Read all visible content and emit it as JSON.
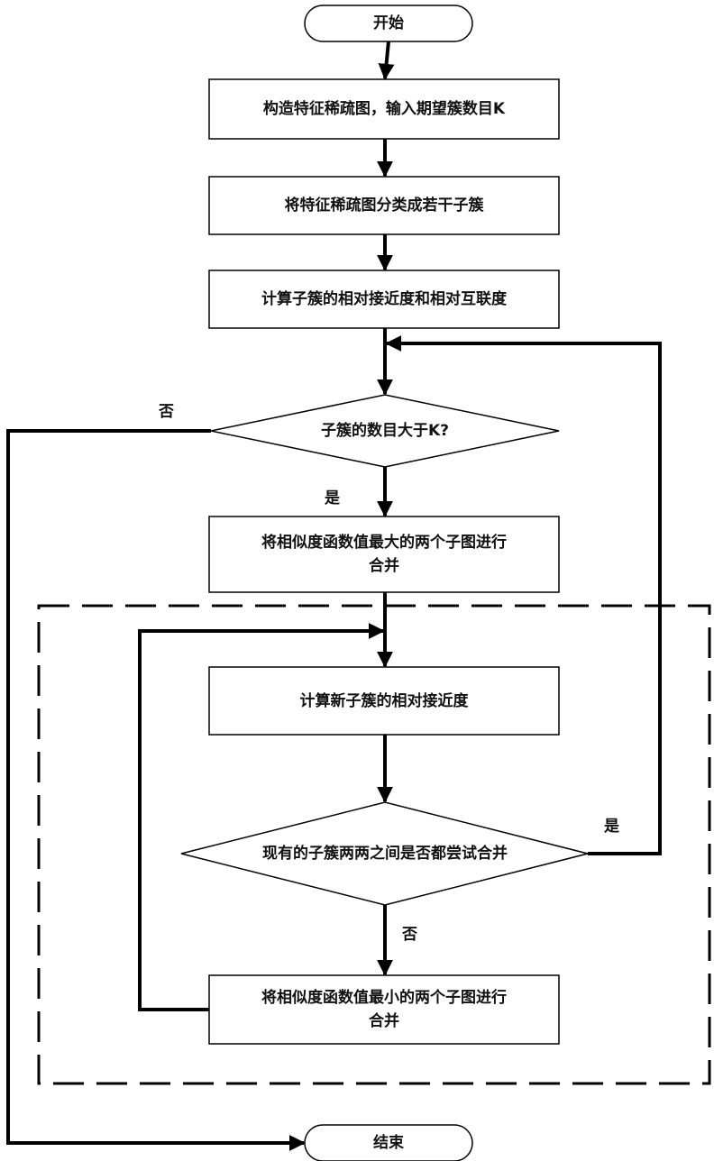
{
  "nodes": {
    "start": "开始",
    "step1": "构造特征稀疏图，输入期望簇数目K",
    "step2": "将特征稀疏图分类成若干子簇",
    "step3": "计算子簇的相对接近度和相对互联度",
    "decision1": "子簇的数目大于K?",
    "step4_line1": "将相似度函数值最大的两个子图进行",
    "step4_line2": "合并",
    "step5": "计算新子簇的相对接近度",
    "decision2": "现有的子簇两两之间是否都尝试合并",
    "step6_line1": "将相似度函数值最小的两个子图进行",
    "step6_line2": "合并",
    "end": "结束"
  },
  "edge_labels": {
    "d1_no": "否",
    "d1_yes": "是",
    "d2_yes": "是",
    "d2_no": "否"
  }
}
